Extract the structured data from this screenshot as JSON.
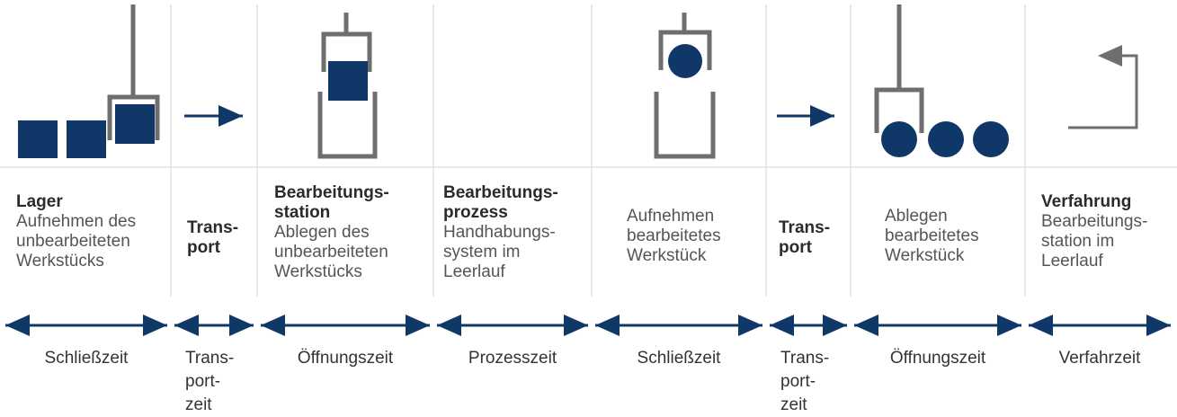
{
  "columns": [
    {
      "id": "lager",
      "title": "Lager",
      "body": "Aufnehmen des\nunbearbeiteten\nWerkstücks"
    },
    {
      "id": "transport1",
      "title": "Trans-\nport",
      "body": ""
    },
    {
      "id": "station",
      "title": "Bearbeitungs-\nstation",
      "body": "Ablegen des\nunbearbeiteten\nWerkstücks"
    },
    {
      "id": "prozess",
      "title": "Bearbeitungs-\nprozess",
      "body": "Handhabungs-\nsystem im\nLeerlauf"
    },
    {
      "id": "aufnehmen",
      "title": "",
      "body": "Aufnehmen\nbearbeitetes\nWerkstück"
    },
    {
      "id": "transport2",
      "title": "Trans-\nport",
      "body": ""
    },
    {
      "id": "ablegen",
      "title": "",
      "body": "Ablegen\nbearbeitetes\nWerkstück"
    },
    {
      "id": "verfahrung",
      "title": "Verfahrung",
      "body": "Bearbeitungs-\nstation im\nLeerlauf"
    }
  ],
  "timeline": [
    "Schließzeit",
    "Trans-\nport-\nzeit",
    "Öffnungszeit",
    "Prozesszeit",
    "Schließzeit",
    "Trans-\nport-\nzeit",
    "Öffnungszeit",
    "Verfahrzeit"
  ],
  "colors": {
    "workpiece": "#0f3868",
    "gripper": "#6e6e6e",
    "divider": "#e2e2e2",
    "arrow": "#0f3868"
  }
}
